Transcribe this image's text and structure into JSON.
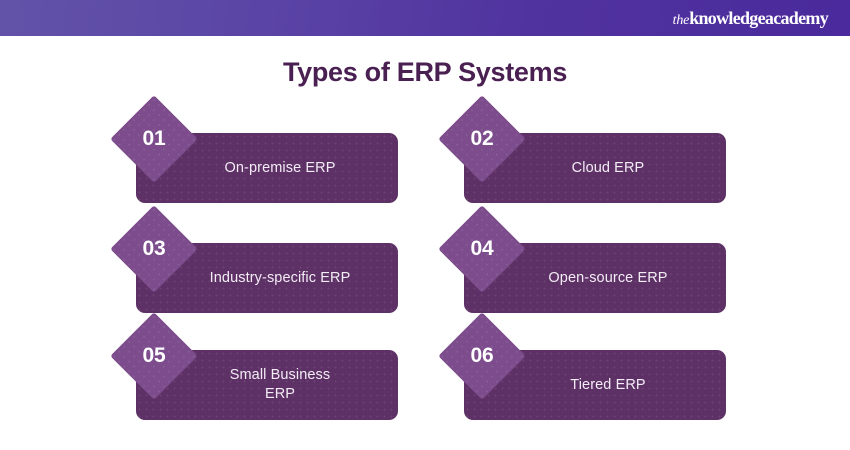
{
  "header": {
    "logo": {
      "prefix": "the",
      "word1": "knowledge",
      "word2": "academy"
    }
  },
  "title": "Types of ERP Systems",
  "cards": [
    {
      "number": "01",
      "label": "On-premise ERP"
    },
    {
      "number": "02",
      "label": "Cloud ERP"
    },
    {
      "number": "03",
      "label": "Industry-specific ERP"
    },
    {
      "number": "04",
      "label": "Open-source ERP"
    },
    {
      "number": "05",
      "label": "Small Business\nERP"
    },
    {
      "number": "06",
      "label": "Tiered ERP"
    }
  ],
  "colors": {
    "header_gradient_start": "#6253a8",
    "header_gradient_end": "#4a2a9c",
    "title": "#4a1f52",
    "card": "#5d3166",
    "badge": "#7c4c8c",
    "card_text": "#f3ecf5",
    "background": "#ffffff"
  }
}
